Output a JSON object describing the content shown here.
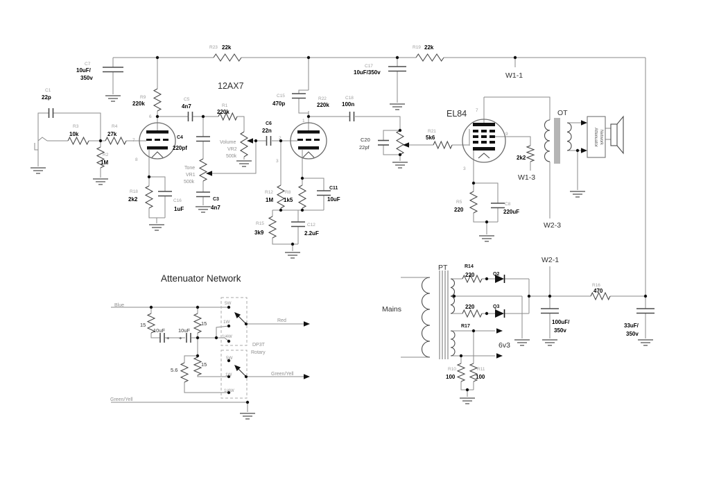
{
  "labels": {
    "supply": {
      "r23_ref": "R23",
      "r23_val": "22k",
      "r19_ref": "R19",
      "r19_val": "22k",
      "c7_ref": "C7",
      "c7_v1": "10uF/",
      "c7_v2": "350v",
      "c17_ref": "C17",
      "c17_val": "10uF/350v",
      "w1_1": "W1-1"
    },
    "input": {
      "c1_ref": "C1",
      "c1_val": "22p",
      "r3_ref": "R3",
      "r3_val": "10k",
      "r4_ref": "R4",
      "r4_val": "27k",
      "r2_ref": "R2",
      "r2_val": "1M"
    },
    "stage1": {
      "tube": "12AX7",
      "r9_ref": "R9",
      "r9_val": "220k",
      "c5_ref": "C5",
      "c5_val": "4n7",
      "c4_ref": "C4",
      "c4_val": "220pf",
      "c16_ref": "C16",
      "c16_val": "1uF",
      "r18_ref": "R18",
      "r18_val": "2k2",
      "pin6": "6",
      "pin7": "7",
      "pin8": "8"
    },
    "tonevol": {
      "vol1": "Volume",
      "vol2": "VR2",
      "vol3": "500k",
      "tone1": "Tone",
      "tone2": "VR1",
      "tone3": "500k",
      "c3_ref": "C3",
      "c3_val": "4n7",
      "c6_ref": "C6",
      "c6_val": "22n",
      "r1_ref": "R1",
      "r1_val": "220k"
    },
    "stage2": {
      "c15_ref": "C15",
      "c15_val": "470p",
      "r22_ref": "R22",
      "r22_val": "220k",
      "c18_ref": "C18",
      "c18_val": "100n",
      "r12_ref": "R12",
      "r12_val": "1M",
      "r8_ref": "R8",
      "r8_val": "1k5",
      "c11_ref": "C11",
      "c11_val": "10uF",
      "r15_ref": "R15",
      "r15_val": "3k9",
      "c12_ref": "C12",
      "c12_val": "2.2uF",
      "pin1": "1",
      "pin2": "2",
      "pin3": "3"
    },
    "driver": {
      "c20_ref": "C20",
      "c20_val": "22pf",
      "r21_ref": "R21",
      "r21_val": "5k6"
    },
    "output": {
      "tube": "EL84",
      "pin7": "7",
      "pin9": "9",
      "pin3": "3",
      "r2k2": "2k2",
      "w1_3": "W1-3",
      "r5_ref": "R5",
      "r5_val": "220",
      "c8_ref": "C8",
      "c8_val": "220uF",
      "ot": "OT",
      "attn1": "Attenuator",
      "attn2": "Network",
      "w2_3": "W2-3"
    },
    "power": {
      "mains": "Mains",
      "pt": "PT",
      "r14_ref": "R14",
      "r14_val": "220",
      "q2": "Q2",
      "r17_val": "220",
      "q3": "Q3",
      "r17_ref": "R17",
      "w2_1": "W2-1",
      "c100_v1": "100uF/",
      "c100_v2": "350v",
      "r16_ref": "R16",
      "r16_val": "470",
      "c33_v1": "33uF/",
      "c33_v2": "350v",
      "v6v3": "6v3",
      "r10_ref": "R10",
      "r10_val": "100",
      "r11_ref": "R11",
      "r11_val": "100"
    },
    "attenuator": {
      "title": "Attenuator Network",
      "blue": "Blue",
      "red": "Red",
      "gy_out": "Green/Yell",
      "gy_in": "Green/Yell",
      "r15a": "15",
      "r15b": "15",
      "r15c": "15",
      "r56": "5.6",
      "c10a": "10uF",
      "c10b": "10uF",
      "plus_a": "+",
      "plus_b": "+",
      "sw1_5w": "5W",
      "sw1_1w": "1W",
      "sw1_14w": "1/4W",
      "sw2_5w": "5W",
      "sw2_1w": "1W",
      "sw2_14w": "1/4W",
      "dp3t": "DP3T",
      "rotary": "Rotary"
    }
  }
}
